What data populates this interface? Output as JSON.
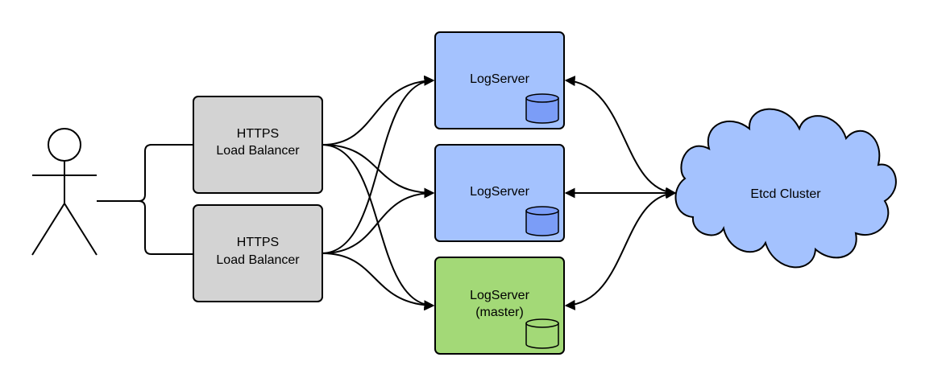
{
  "load_balancers": [
    {
      "line1": "HTTPS",
      "line2": "Load Balancer"
    },
    {
      "line1": "HTTPS",
      "line2": "Load Balancer"
    }
  ],
  "log_servers": [
    {
      "line1": "LogServer",
      "line2": ""
    },
    {
      "line1": "LogServer",
      "line2": ""
    },
    {
      "line1": "LogServer",
      "line2": "(master)"
    }
  ],
  "cloud": {
    "label": "Etcd Cluster"
  },
  "colors": {
    "load_balancer_fill": "#d3d3d3",
    "log_server_fill": "#a4c2fe",
    "master_fill": "#a3d977",
    "cylinder_blue": "#7b9df7",
    "cylinder_green": "#a3d977",
    "cloud_fill": "#a4c2fe",
    "stroke": "#000000"
  },
  "icons": [
    "stick-figure-icon",
    "database-icon",
    "cloud-icon"
  ]
}
